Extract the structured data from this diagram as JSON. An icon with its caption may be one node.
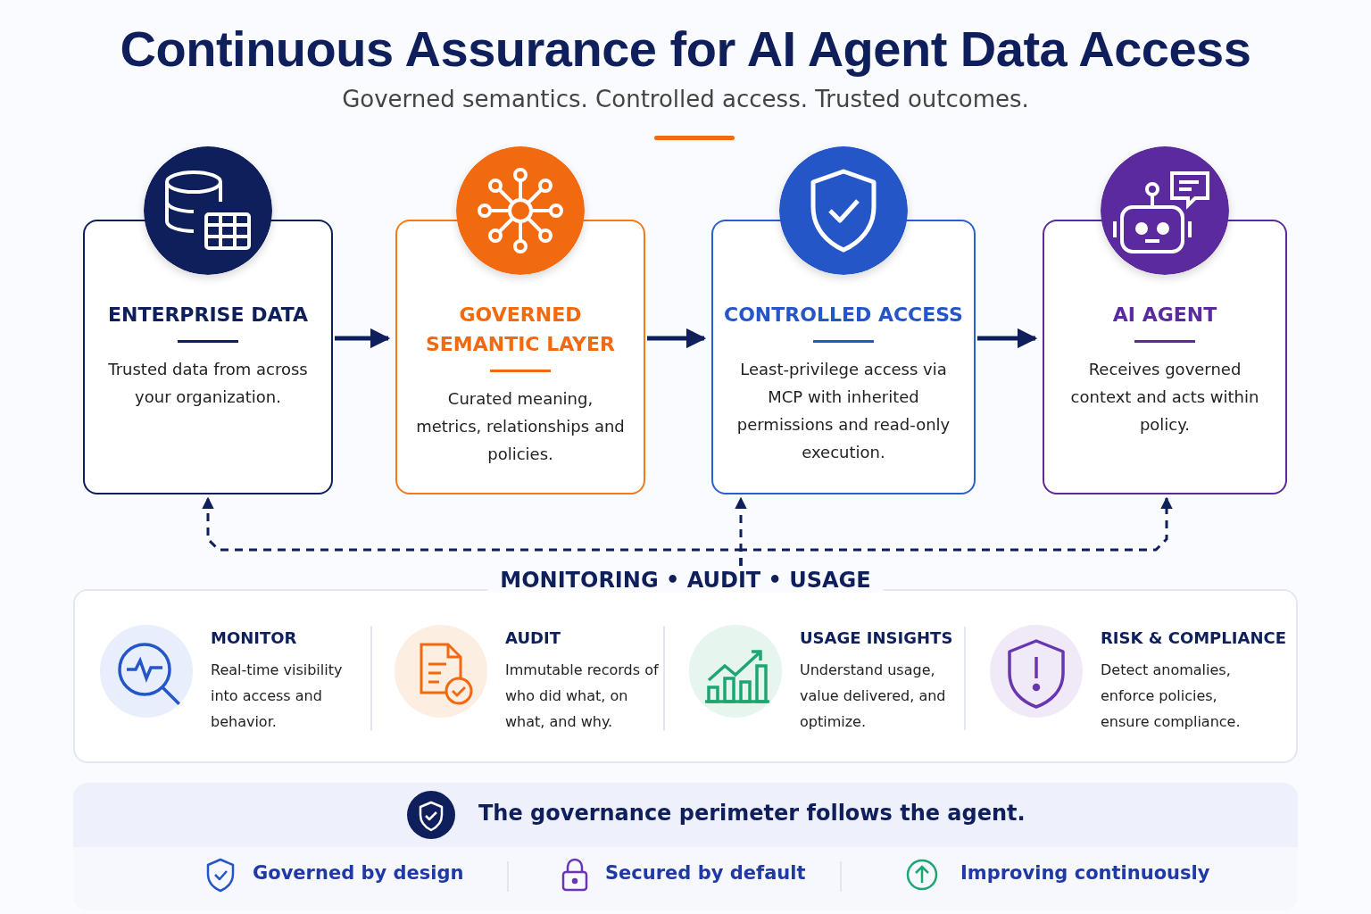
{
  "diagram": {
    "title": "Continuous Assurance for AI Agent Data Access",
    "nodes": [
      {
        "text": [
          "ENTERPRISE DATA",
          "Trusted data from across your organization."
        ]
      },
      {
        "text": [
          "GOVERNED SEMANTIC LAYER",
          "Curated meaning, metrics, relationships and policies."
        ]
      },
      {
        "text": [
          "CONTROLLED ACCESS",
          "Least-privilege access via MCP with inherited permissions and read-only execution."
        ]
      },
      {
        "text": [
          "AI AGENT",
          "Receives governed context and acts within policy."
        ]
      },
      {
        "text": [
          "MONITORING • AUDIT • USAGE"
        ]
      },
      {
        "text": [
          "MONITOR",
          "Real-time visibility into access and behavior."
        ],
        "in": 4
      },
      {
        "text": [
          "AUDIT",
          "Immutable records of who did what, on what, and why."
        ],
        "in": 4
      },
      {
        "text": [
          "USAGE INSIGHTS",
          "Understand usage, value delivered, and optimize."
        ],
        "in": 4
      },
      {
        "text": [
          "RISK & COMPLIANCE",
          "Detect anomalies, enforce policies, ensure compliance."
        ],
        "in": 4
      }
    ],
    "edges": [
      {
        "from": 0,
        "to": 1,
        "arrow": "to"
      },
      {
        "from": 1,
        "to": 2,
        "arrow": "to"
      },
      {
        "from": 2,
        "to": 3,
        "arrow": "to"
      },
      {
        "from": 4,
        "to": 0,
        "arrow": "to",
        "style": "dashed"
      },
      {
        "from": 4,
        "to": 2,
        "arrow": "to",
        "style": "dashed"
      },
      {
        "from": 4,
        "to": 3,
        "arrow": "to",
        "style": "dashed"
      }
    ],
    "labels": [
      "Governed semantics. Controlled access. Trusted outcomes.",
      "The governance perimeter follows the agent.",
      "Governed by design",
      "Secured by default",
      "Improving continuously"
    ]
  }
}
